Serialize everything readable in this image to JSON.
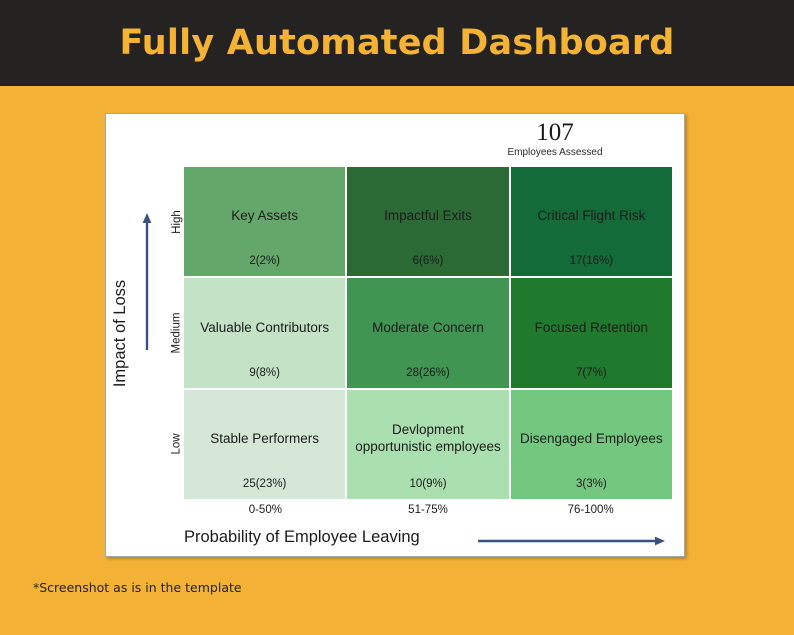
{
  "header": {
    "title": "Fully Automated Dashboard",
    "background_color": "#242322",
    "title_color": "#f5b335"
  },
  "page": {
    "background_color": "#f3b235",
    "footnote": "*Screenshot as is in the template"
  },
  "kpi": {
    "value": "107",
    "label": "Employees Assessed"
  },
  "chart_data": {
    "type": "heatmap",
    "title": "Fully Automated Dashboard",
    "xlabel": "Probability of Employee Leaving",
    "ylabel": "Impact of Loss",
    "grid": false,
    "legend": "none",
    "total_label": "Employees Assessed",
    "total": 107,
    "x_categories": [
      "0-50%",
      "51-75%",
      "76-100%"
    ],
    "y_categories": [
      "High",
      "Medium",
      "Low"
    ],
    "cells": [
      {
        "row": "High",
        "col": "0-50%",
        "label": "Key Assets",
        "count": 2,
        "percent": 2,
        "value_text": "2(2%)",
        "color": "#63a76a"
      },
      {
        "row": "High",
        "col": "51-75%",
        "label": "Impactful Exits",
        "count": 6,
        "percent": 6,
        "value_text": "6(6%)",
        "color": "#2b6a35"
      },
      {
        "row": "High",
        "col": "76-100%",
        "label": "Critical Flight Risk",
        "count": 17,
        "percent": 16,
        "value_text": "17(16%)",
        "color": "#146b3a"
      },
      {
        "row": "Medium",
        "col": "0-50%",
        "label": "Valuable Contributors",
        "count": 9,
        "percent": 8,
        "value_text": "9(8%)",
        "color": "#c3e2c6"
      },
      {
        "row": "Medium",
        "col": "51-75%",
        "label": "Moderate Concern",
        "count": 28,
        "percent": 26,
        "value_text": "28(26%)",
        "color": "#3f9551"
      },
      {
        "row": "Medium",
        "col": "76-100%",
        "label": "Focused Retention",
        "count": 7,
        "percent": 7,
        "value_text": "7(7%)",
        "color": "#1f7a2e"
      },
      {
        "row": "Low",
        "col": "0-50%",
        "label": "Stable Performers",
        "count": 25,
        "percent": 23,
        "value_text": "25(23%)",
        "color": "#d5e8d7"
      },
      {
        "row": "Low",
        "col": "51-75%",
        "label": "Devlopment opportunistic employees",
        "count": 10,
        "percent": 9,
        "value_text": "10(9%)",
        "color": "#aadfaf"
      },
      {
        "row": "Low",
        "col": "76-100%",
        "label": "Disengaged Employees",
        "count": 3,
        "percent": 3,
        "value_text": "3(3%)",
        "color": "#74c77f"
      }
    ],
    "axis_arrow_color": "#3a5184"
  }
}
